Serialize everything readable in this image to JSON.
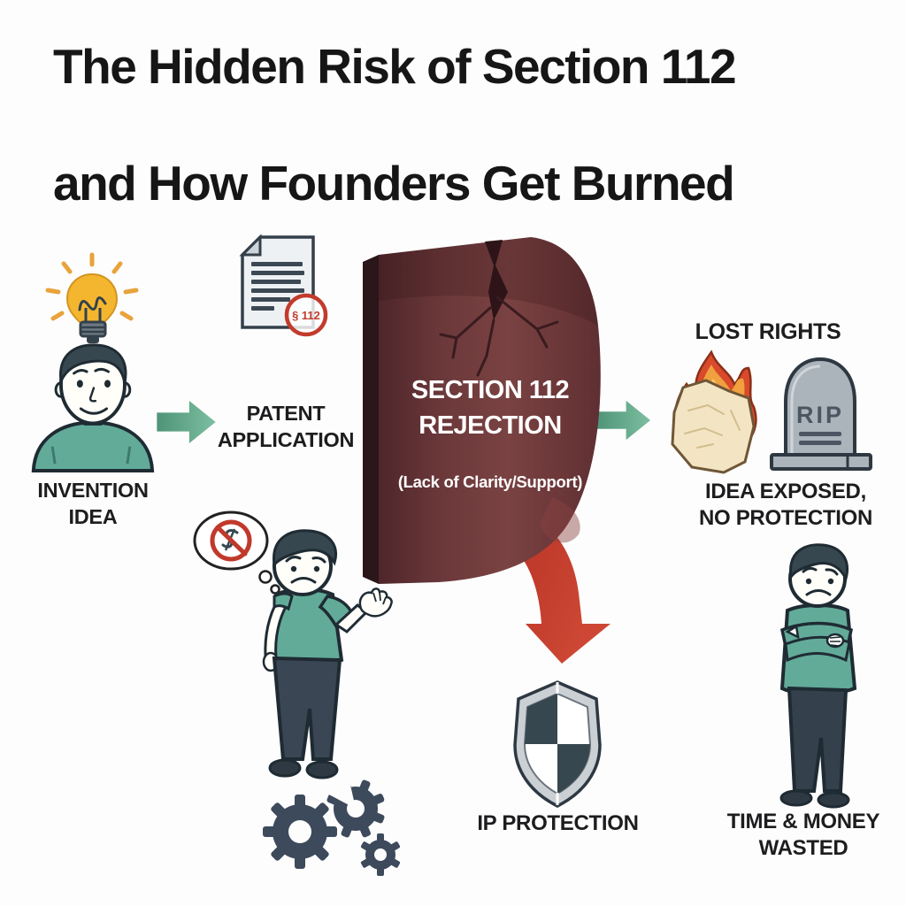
{
  "title": {
    "line1": "The Hidden Risk of Section 112",
    "line2": "and How Founders Get Burned",
    "full": "The Hidden Risk of Section 112 and How Founders Get Burned"
  },
  "stages": {
    "invention": {
      "label": "INVENTION\nIDEA",
      "icon": "inventor-with-lightbulb"
    },
    "patent": {
      "label": "PATENT\nAPPLICATION",
      "stamp_text": "§ 112",
      "icon": "patent-document"
    },
    "rejection": {
      "heading": "SECTION 112\nREJECTION",
      "subheading": "(Lack of Clarity/Support)",
      "icon": "cracked-maroon-wall"
    },
    "lost_rights": {
      "heading": "LOST RIGHTS",
      "caption": "IDEA EXPOSED,\nNO PROTECTION",
      "tombstone_text": "RIP",
      "icons": [
        "burning-paper",
        "tombstone"
      ]
    },
    "ip_protection": {
      "label": "IP PROTECTION",
      "icon": "checkered-shield"
    },
    "wasted": {
      "label": "TIME & MONEY\nWASTED",
      "icon": "frustrated-founder-arms-crossed"
    }
  },
  "icons": [
    "lightbulb-icon",
    "inventor-avatar",
    "flow-arrow-icon",
    "patent-document-icon",
    "section-112-stamp-icon",
    "cracked-wall-icon",
    "burning-paper-icon",
    "tombstone-icon",
    "red-down-ribbon-arrow-icon",
    "checkered-shield-icon",
    "thought-bubble-icon",
    "no-money-icon",
    "broken-gears-icon",
    "sad-founder-avatar"
  ],
  "colors": {
    "background": "#fdfdfd",
    "title_text": "#161616",
    "label_text": "#1d1d1f",
    "arrow_green": "#63a98c",
    "wall_maroon": "#6b383a",
    "wall_edge_dark": "#2b161a",
    "alert_red": "#c23b2c",
    "shirt_teal": "#62ab99",
    "slate_dark": "#37474f",
    "bulb_yellow": "#f4b62e",
    "flame_orange": "#ef9d3e",
    "paper_cream": "#f3e5c3",
    "stone_gray": "#abb3bb",
    "shield_silver": "#cbd0d5",
    "wall_text": "#ffffff"
  }
}
